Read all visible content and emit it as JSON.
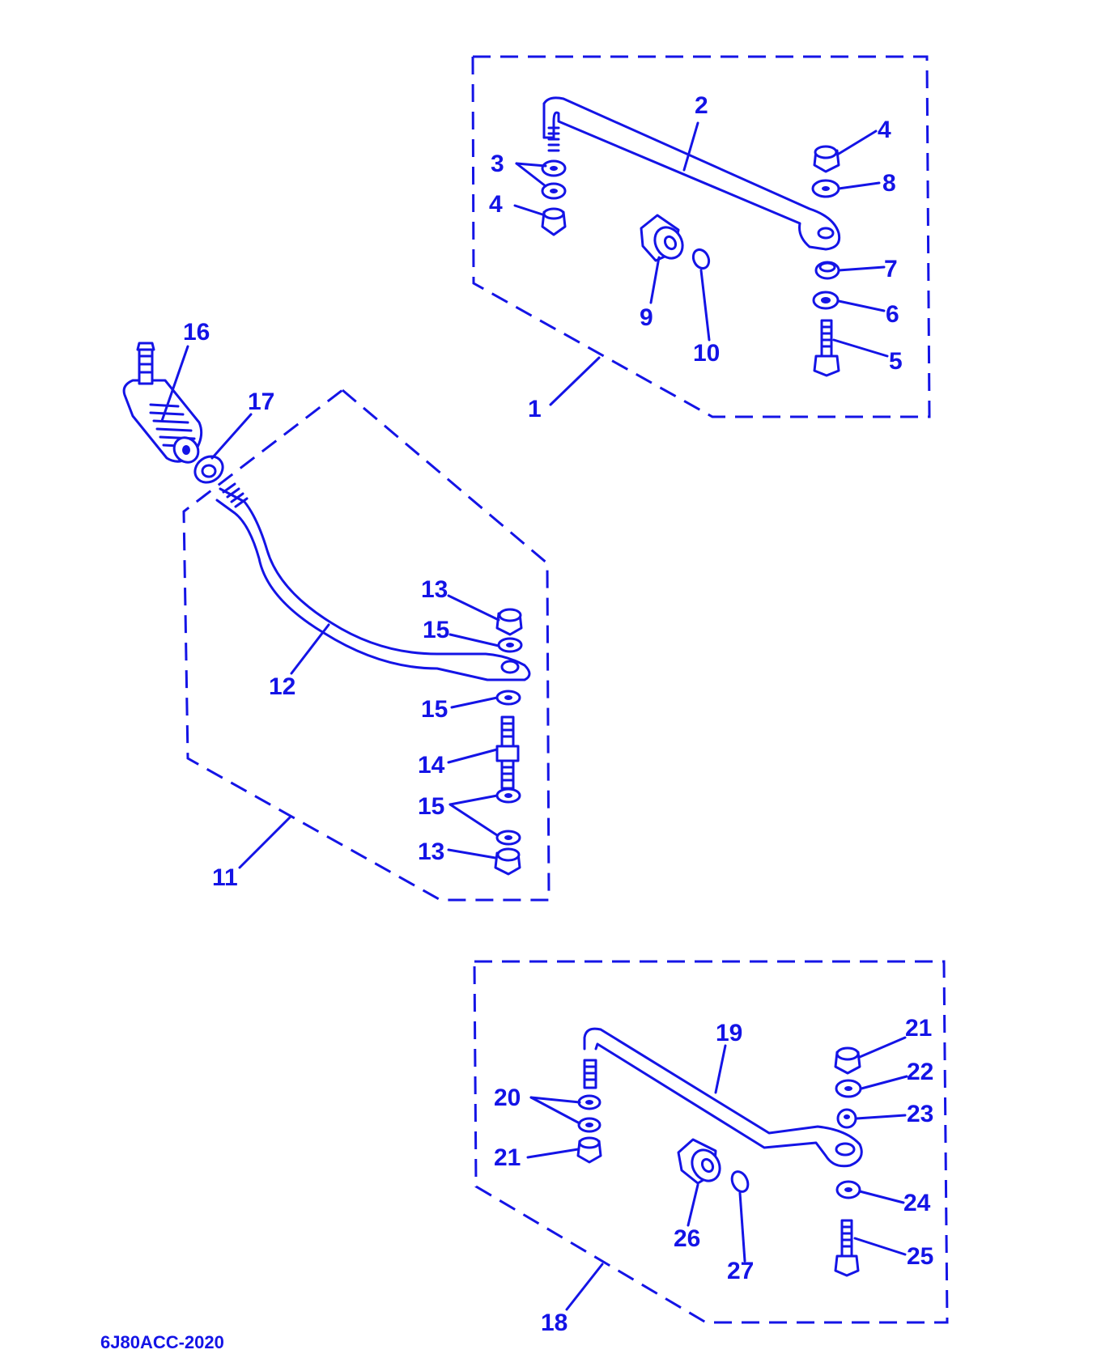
{
  "diagram": {
    "drawing_code": "6J80ACC-2020",
    "colors": {
      "ink": "#1414e6",
      "background": "#ffffff"
    },
    "callouts": {
      "c1": "1",
      "c2": "2",
      "c3": "3",
      "c4a": "4",
      "c4b": "4",
      "c5": "5",
      "c6": "6",
      "c7": "7",
      "c8": "8",
      "c9": "9",
      "c10": "10",
      "c11": "11",
      "c12": "12",
      "c13a": "13",
      "c13b": "13",
      "c14": "14",
      "c15a": "15",
      "c15b": "15",
      "c15c": "15",
      "c16": "16",
      "c17": "17",
      "c18": "18",
      "c19": "19",
      "c20": "20",
      "c21a": "21",
      "c21b": "21",
      "c22": "22",
      "c23": "23",
      "c24": "24",
      "c25": "25",
      "c26": "26",
      "c27": "27"
    }
  }
}
